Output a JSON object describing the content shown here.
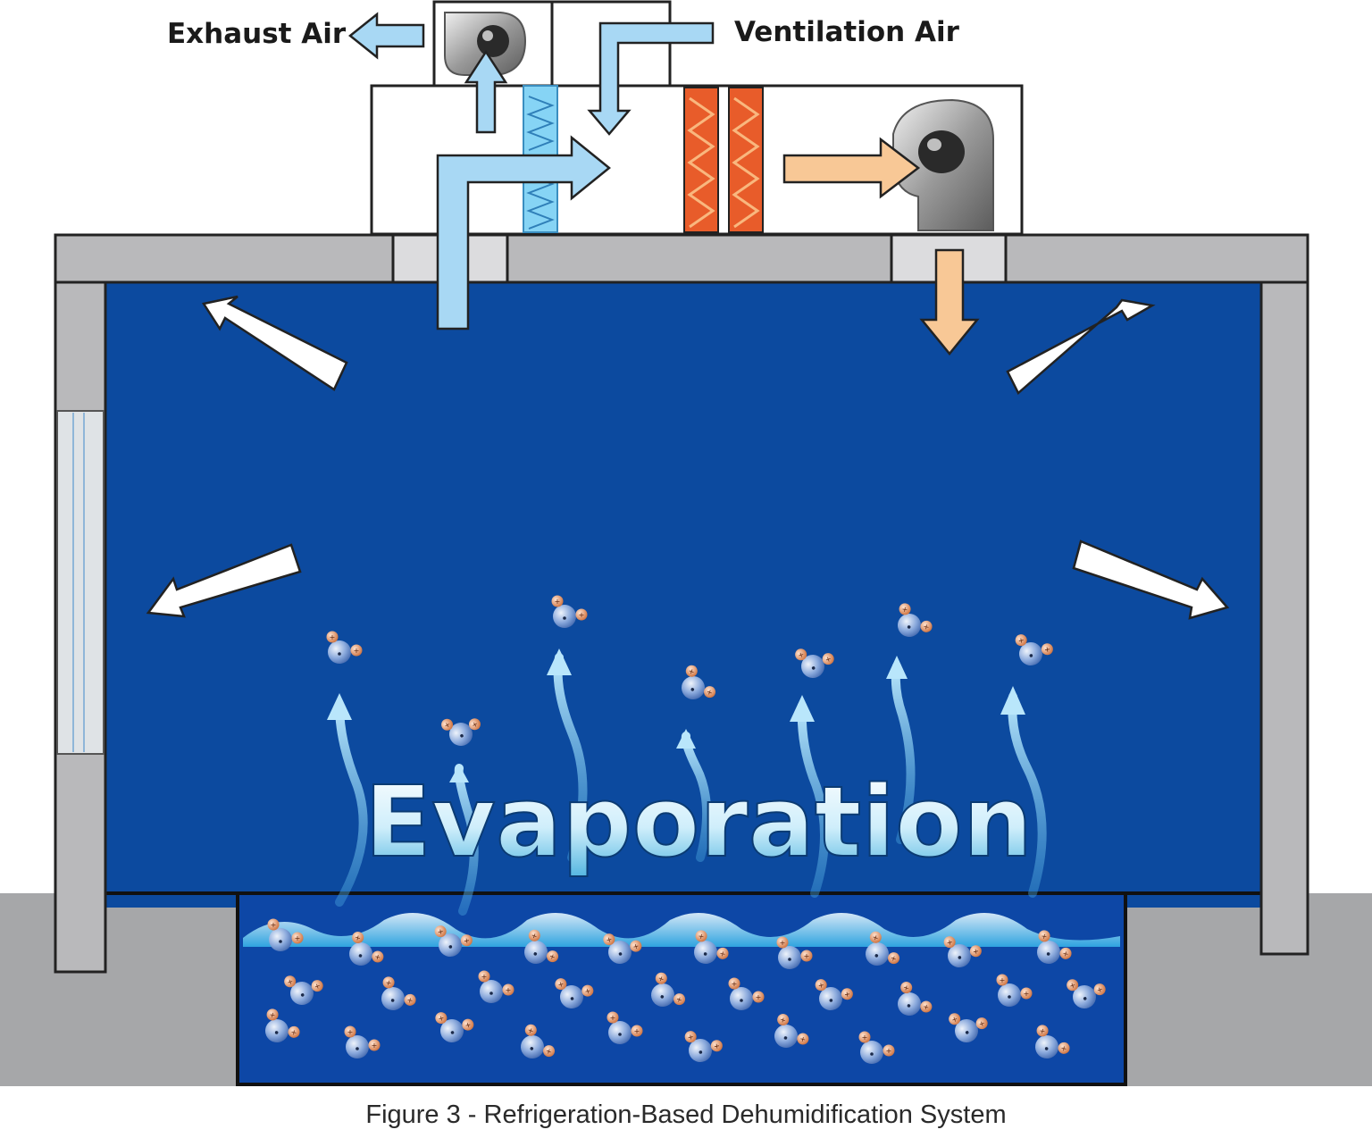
{
  "labels": {
    "exhaust_air": "Exhaust Air",
    "ventilation_air": "Ventilation Air",
    "evaporation": "Evaporation"
  },
  "caption": "Figure 3 - Refrigeration-Based Dehumidification System",
  "colors": {
    "room_interior": "#0c4a9f",
    "pool_water": "#0d47a6",
    "wall_gray": "#b9b9bb",
    "ground_gray": "#a6a7a9",
    "air_arrow_blue": "#a8d8f4",
    "warm_air_arrow": "#f8c896",
    "heating_coil": "#e85c2a",
    "cooling_coil": "#86d4f5",
    "molecule_oxygen": "#7fa3d8",
    "molecule_hydrogen": "#e58a5e"
  },
  "icons": [
    "exhaust-fan-icon",
    "supply-fan-icon",
    "water-molecule-icon",
    "wave-icon",
    "arrow-icon"
  ]
}
